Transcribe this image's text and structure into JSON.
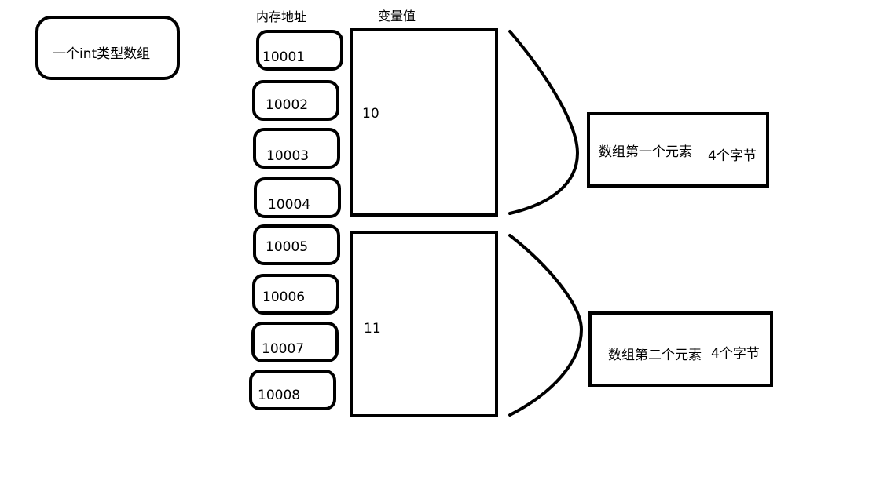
{
  "title_box": {
    "label": "一个int类型数组"
  },
  "headers": {
    "address": "内存地址",
    "value": "变量值"
  },
  "addresses": [
    "10001",
    "10002",
    "10003",
    "10004",
    "10005",
    "10006",
    "10007",
    "10008"
  ],
  "elements": [
    {
      "value": "10",
      "description": "数组第一个元素",
      "size": "4个字节"
    },
    {
      "value": "11",
      "description": "数组第二个元素",
      "size": "4个字节"
    }
  ]
}
